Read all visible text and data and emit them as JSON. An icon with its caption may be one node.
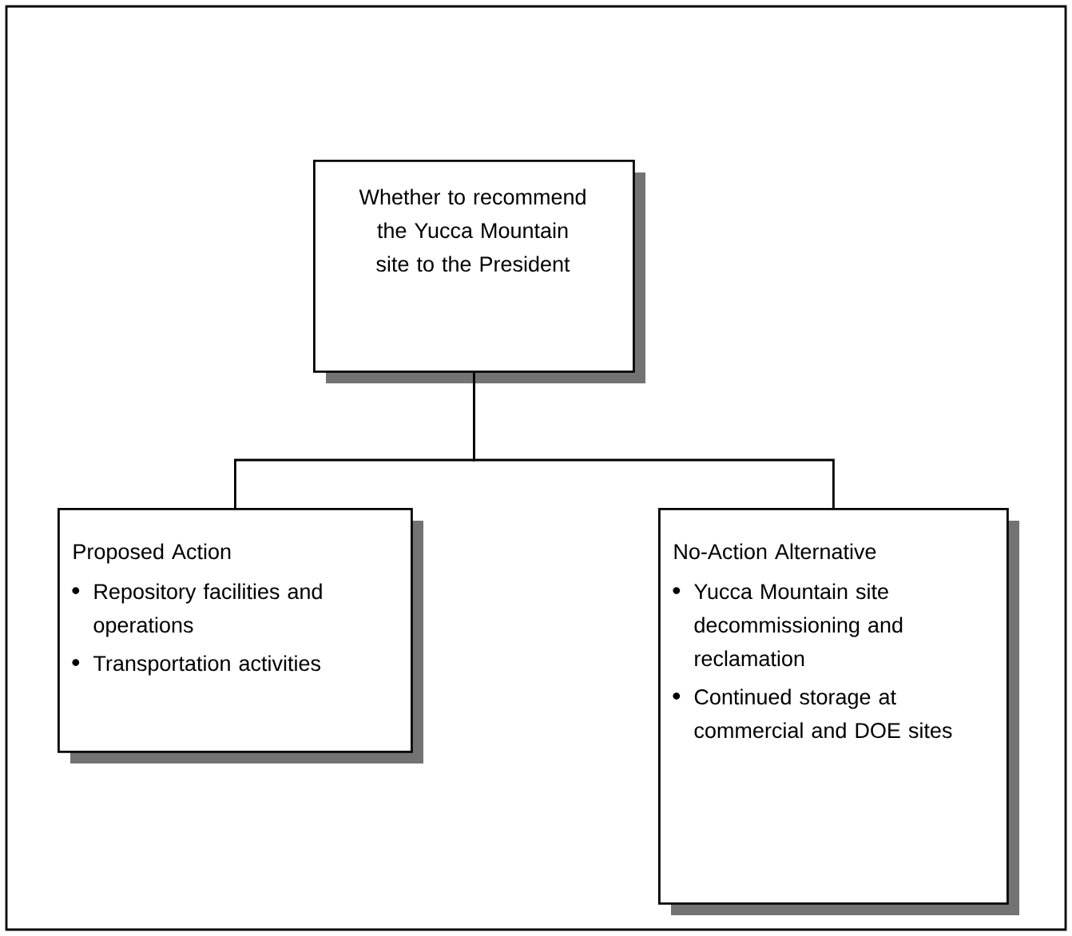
{
  "diagram": {
    "nodes": [
      {
        "text": [
          "Whether to recommend the Yucca Mountain site to the President"
        ]
      },
      {
        "text": [
          "Proposed Action",
          "Repository facilities and operations",
          "Transportation activities"
        ]
      },
      {
        "text": [
          "No-Action Alternative",
          "Yucca Mountain site decommissioning and reclamation",
          "Continued storage at commercial and DOE sites"
        ]
      }
    ],
    "edges": [
      {
        "from": 0,
        "to": 1,
        "arrow": "none"
      },
      {
        "from": 0,
        "to": 2,
        "arrow": "none"
      }
    ]
  }
}
